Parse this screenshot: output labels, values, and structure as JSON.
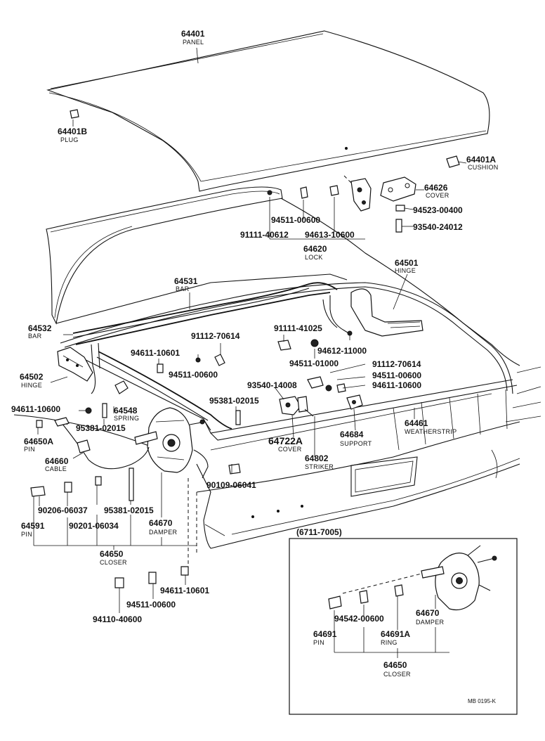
{
  "labels": {
    "panel_no": "64401",
    "panel_nm": "PANEL",
    "plug_no": "64401B",
    "plug_nm": "PLUG",
    "cushion_no": "64401A",
    "cushion_nm": "CUSHION",
    "cover_no": "64626",
    "cover_nm": "COVER",
    "p94523": "94523-00400",
    "p93540a": "93540-24012",
    "p94511a": "94511-00600",
    "p91111a": "91111-40612",
    "p94613": "94613-10600",
    "lock_no": "64620",
    "lock_nm": "LOCK",
    "hinge_r_no": "64501",
    "hinge_r_nm": "HINGE",
    "bar_no": "64531",
    "bar_nm": "BAR",
    "bar2_no": "64532",
    "bar2_nm": "BAR",
    "p91112a": "91112-70614",
    "p91111b": "91111-41025",
    "p94612": "94612-11000",
    "p94611a": "94611-10601",
    "p94511b": "94511-00600",
    "p94511c": "94511-01000",
    "p91112b": "91112-70614",
    "p94511d": "94511-00600",
    "p94611b": "94611-10600",
    "hinge_l_no": "64502",
    "hinge_l_nm": "HINGE",
    "p93540b": "93540-14008",
    "p95381a": "95381-02015",
    "p94611c": "94611-10600",
    "spring_no": "64548",
    "spring_nm": "SPRING",
    "p95381b": "95381-02015",
    "pin_a_no": "64650A",
    "pin_a_nm": "PIN",
    "cable_no": "64660",
    "cable_nm": "CABLE",
    "cover2_no": "64722A",
    "cover2_nm": "COVER",
    "striker_no": "64802",
    "striker_nm": "STRIKER",
    "support_no": "64684",
    "support_nm": "SUPPORT",
    "weather_no": "64461",
    "weather_nm": "WEATHERSTRIP",
    "p90109": "90109-06041",
    "p90206": "90206-06037",
    "p95381c": "95381-02015",
    "pin_no": "64591",
    "pin_nm": "PIN",
    "p90201": "90201-06034",
    "damper_no": "64670",
    "damper_nm": "DAMPER",
    "closer_no": "64650",
    "closer_nm": "CLOSER",
    "p94611d": "94611-10601",
    "p94511e": "94511-00600",
    "p94110": "94110-40600"
  },
  "inset": {
    "range": "(6711-7005)",
    "p94542": "94542-00600",
    "damper_no": "64670",
    "damper_nm": "DAMPER",
    "pin_no": "64691",
    "pin_nm": "PIN",
    "ring_no": "64691A",
    "ring_nm": "RING",
    "closer_no": "64650",
    "closer_nm": "CLOSER"
  },
  "code": "MB 0195-K"
}
